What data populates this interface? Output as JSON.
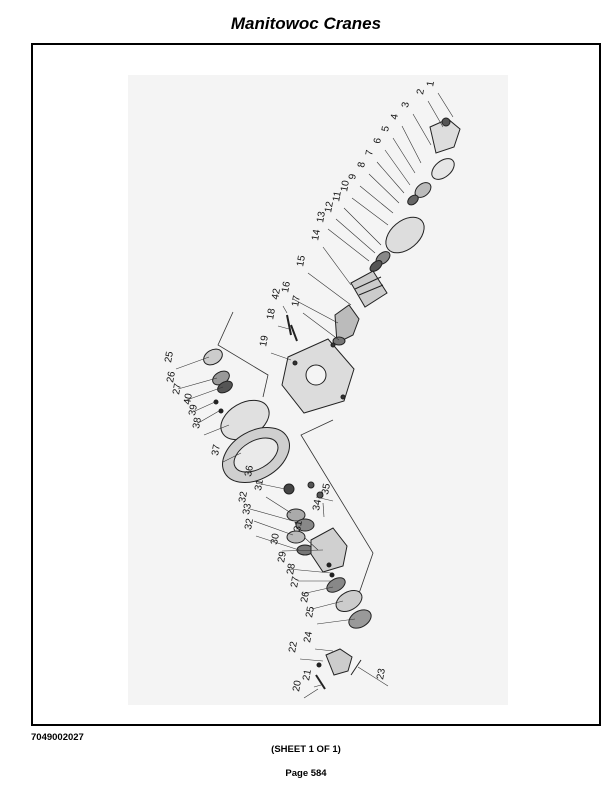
{
  "header": {
    "title": "Manitowoc Cranes"
  },
  "footer": {
    "document_number": "7049002027",
    "sheet": "(SHEET 1 OF 1)",
    "page": "Page 584"
  },
  "diagram": {
    "callouts": [
      "1",
      "2",
      "3",
      "4",
      "5",
      "6",
      "7",
      "8",
      "9",
      "10",
      "11",
      "12",
      "13",
      "14",
      "15",
      "16",
      "17",
      "18",
      "19",
      "42",
      "25",
      "26",
      "27",
      "40",
      "39",
      "38",
      "37",
      "36",
      "31",
      "32",
      "33",
      "32",
      "31",
      "35",
      "34",
      "30",
      "29",
      "28",
      "27",
      "26",
      "25",
      "24",
      "22",
      "21",
      "20",
      "23"
    ]
  }
}
